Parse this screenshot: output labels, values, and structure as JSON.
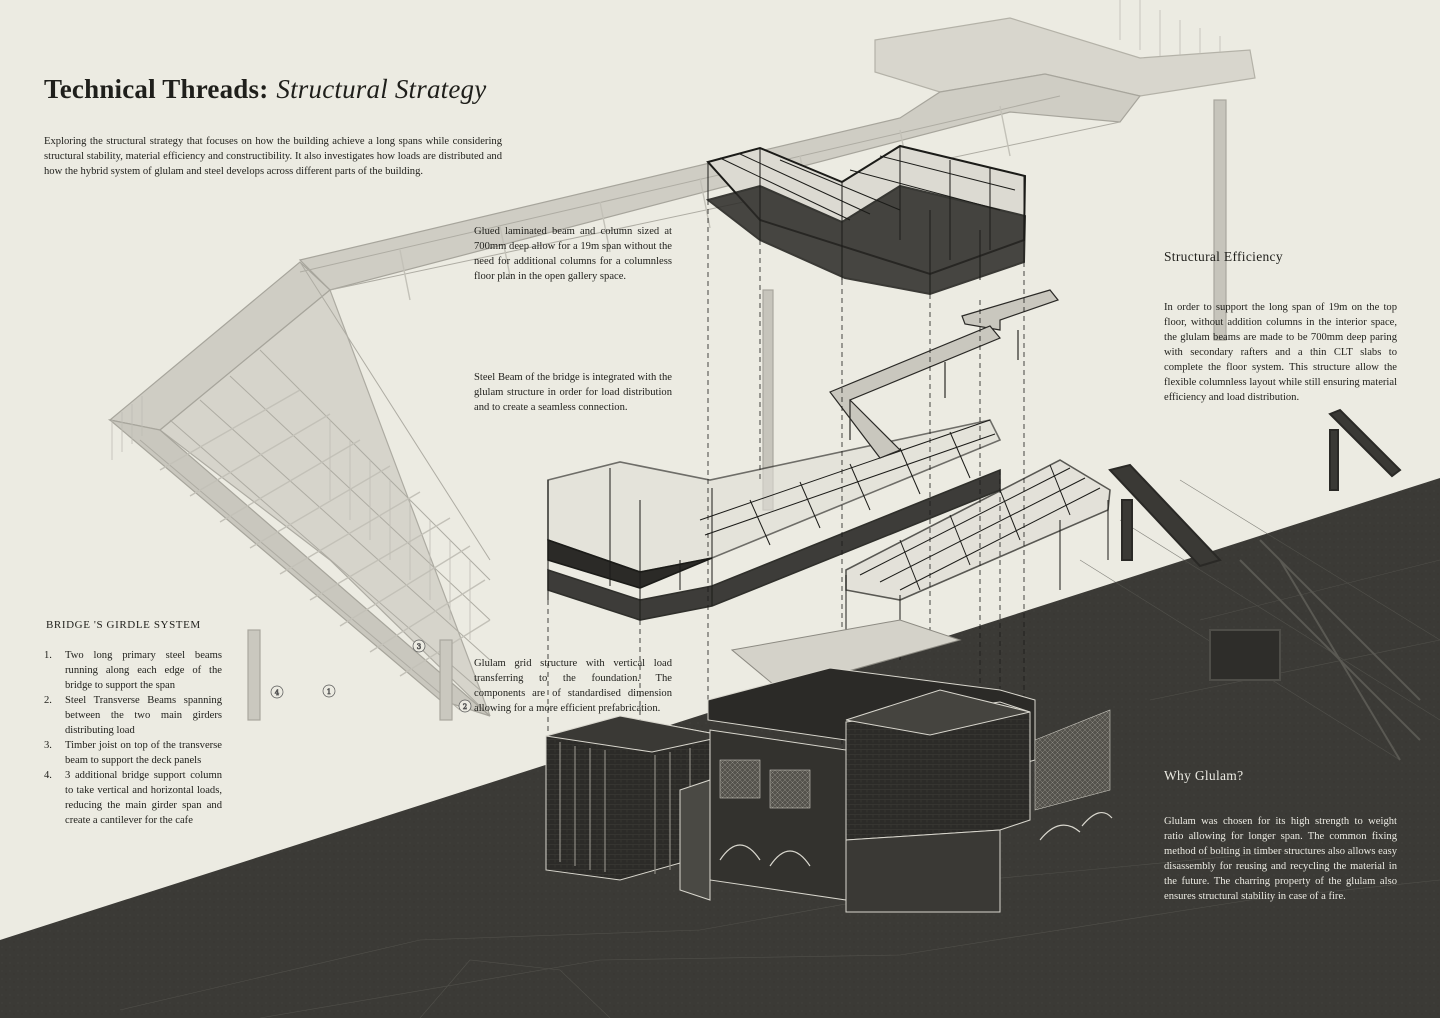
{
  "title": {
    "main": "Technical Threads:",
    "sub": "Structural Strategy"
  },
  "intro": "Exploring the structural strategy that focuses on how the building achieve a long spans while considering structural stability, material efficiency and constructibility.  It also investigates how loads are distributed and how the hybrid system of glulam and steel develops across different parts of the building.",
  "annotations": {
    "glued": "Glued laminated beam and column sized at 700mm deep allow for a 19m span without the need for additional columns for a columnless floor plan in the open gallery space.",
    "steel_beam": "Steel Beam of the bridge is integrated with the glulam structure in order for load distribution and to create a seamless connection.",
    "glulam_grid": "Glulam grid structure with vertical load transferring to the foundation. The components are of  standardised dimension allowing for a more efficient prefabrication."
  },
  "structural_efficiency": {
    "heading": "Structural Efficiency",
    "body": "In order to support the long span of 19m on the top floor, without addition columns in the interior space, the glulam beams are made to be 700mm deep paring with secondary rafters and a thin CLT slabs to complete the floor system. This structure allow the flexible columnless layout while still ensuring material efficiency and load distribution."
  },
  "girdle": {
    "heading": "BRIDGE 'S GIRDLE SYSTEM",
    "items": [
      {
        "num": "1.",
        "text": "Two long primary steel beams running along each edge of the bridge to support the span"
      },
      {
        "num": "2.",
        "text": "Steel Transverse Beams spanning between the two main girders distributing load"
      },
      {
        "num": "3.",
        "text": "Timber joist on top of the transverse beam to support the deck panels"
      },
      {
        "num": "4.",
        "text": "3 additional bridge  support column to take vertical and horizontal loads, reducing the main girder span and create a cantilever for the cafe"
      }
    ],
    "callouts": [
      "1",
      "2",
      "3",
      "4"
    ]
  },
  "why_glulam": {
    "heading": "Why Glulam?",
    "body": "Glulam was chosen for its high strength to weight ratio allowing for longer span. The common fixing method of bolting in timber structures also allows easy disassembly for reusing and recycling the material in the future. The charring property of the glulam also ensures structural stability in case of a fire."
  },
  "colors": {
    "paper": "#ecebe2",
    "ground": "#3b3a36",
    "text_dark": "#1f1f1b",
    "text_light": "#ebeae2",
    "bridge_grey": "#b8b6ad"
  }
}
